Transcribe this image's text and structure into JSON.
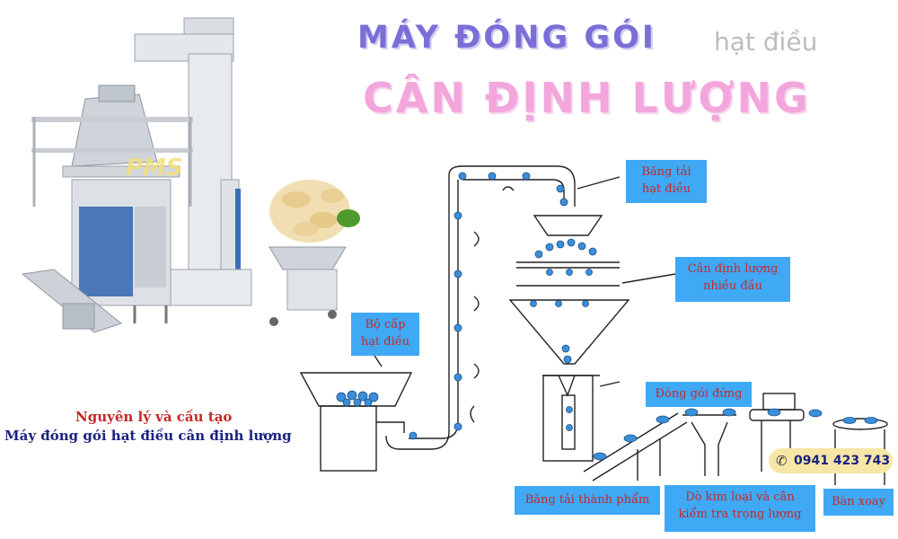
{
  "title": {
    "line1": "MÁY ĐÓNG GÓI",
    "line1_suffix": "hạt điều",
    "line2": "CÂN ĐỊNH LƯỢNG"
  },
  "watermark": "PMS",
  "labels": {
    "conveyor": [
      "Băng tải",
      "hạt điều"
    ],
    "weigher": [
      "Cân định lượng",
      "nhiều đầu"
    ],
    "feeder": [
      "Bộ cấp",
      "hạt điều"
    ],
    "packing": "Đóng gói đứng",
    "output_conveyor": "Băng tải thành phẩm",
    "metal_detect": [
      "Dò kim loại và cân",
      "kiểm tra trọng lượng"
    ],
    "rotary_table": "Bàn xoay"
  },
  "caption": {
    "line1": "Nguyên lý và cấu tạo",
    "line2": "Máy đóng gói hạt điều cân định lượng"
  },
  "phone": "0941 423 743",
  "colors": {
    "title1": "#7a6fd6",
    "title2": "#f2a6dc",
    "label_bg": "#3fa9f5",
    "label_text": "#c62828",
    "nut_blue": "#3a8fd8",
    "caption_red": "#c62828",
    "caption_navy": "#1a237e"
  }
}
